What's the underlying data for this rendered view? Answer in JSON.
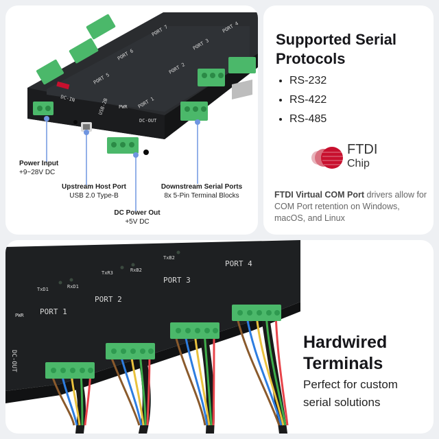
{
  "top_left": {
    "callouts": {
      "power_input": {
        "title": "Power Input",
        "detail": "+9~28V DC"
      },
      "upstream": {
        "title": "Upstream Host Port",
        "detail": "USB 2.0 Type-B"
      },
      "dc_out": {
        "title": "DC Power Out",
        "detail": "+5V DC"
      },
      "downstream": {
        "title": "Downstream Serial Ports",
        "detail": "8x 5-Pin Terminal Blocks"
      }
    },
    "device_labels": {
      "port1": "PORT 1",
      "port2": "PORT 2",
      "port3": "PORT 3",
      "port4": "PORT 4",
      "port5": "PORT 5",
      "port6": "PORT 6",
      "port7": "PORT 7",
      "usb": "USB-2B",
      "pwr": "PWR",
      "dcin": "DC-IN",
      "dcout": "DC-OUT"
    }
  },
  "top_right": {
    "heading_line1": "Supported Serial",
    "heading_line2": "Protocols",
    "protocols": [
      "RS-232",
      "RS-422",
      "RS-485"
    ],
    "logo_text_1": "FTDI",
    "logo_text_2": "Chip",
    "note_bold": "FTDI Virtual COM Port",
    "note_rest": " drivers allow for COM Port retention on Windows, macOS, and Linux"
  },
  "bottom": {
    "heading_line1": "Hardwired",
    "heading_line2": "Terminals",
    "sub_line1": "Perfect for custom",
    "sub_line2": "serial solutions",
    "device_labels": {
      "port1": "PORT 1",
      "port2": "PORT 2",
      "port3": "PORT 3",
      "port4": "PORT 4",
      "tx1": "TxD1",
      "rx1": "RxD1",
      "tx2": "TxR3",
      "rx2": "RxB2",
      "tx3": "TxB2",
      "pwr": "PWR",
      "dcout": "DC-OUT"
    }
  },
  "colors": {
    "accent_blue": "#6f95e0",
    "terminal_green": "#4bb86a",
    "ftdi_red": "#c8102e",
    "device_black": "#1e2022"
  }
}
